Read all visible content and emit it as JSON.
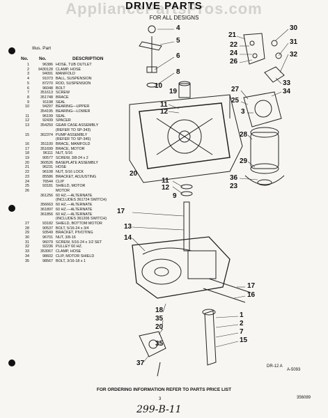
{
  "watermark": "AppliancePartsPros.com",
  "title": "DRIVE PARTS",
  "subtitle": "FOR ALL DESIGNS",
  "illus_label": "Illus. Part",
  "columns": {
    "no": "No.",
    "part_no": "No.",
    "description": "DESCRIPTION"
  },
  "parts": [
    {
      "no": "1",
      "part_no": "96386",
      "desc": "HOSE, TUB OUTLET"
    },
    {
      "no": "2",
      "part_no": "9430128",
      "desc": "CLAMP, HOSE"
    },
    {
      "no": "3",
      "part_no": "94091",
      "desc": "MANIFOLD"
    },
    {
      "no": "4",
      "part_no": "91073",
      "desc": "BALL, SUSPENSION"
    },
    {
      "no": "5",
      "part_no": "87270",
      "desc": "ROD, SUSPENSION"
    },
    {
      "no": "6",
      "part_no": "96048",
      "desc": "BOLT"
    },
    {
      "no": "7",
      "part_no": "351613",
      "desc": "SCREW"
    },
    {
      "no": "8",
      "part_no": "351748",
      "desc": "BRACE"
    },
    {
      "no": "9",
      "part_no": "91198",
      "desc": "SEAL"
    },
    {
      "no": "10",
      "part_no": "94297",
      "desc": "BEARING—UPPER"
    },
    {
      "no": "",
      "part_no": "354195",
      "desc": "BEARING—LOWER"
    },
    {
      "no": "11",
      "part_no": "96199",
      "desc": "SEAL"
    },
    {
      "no": "12",
      "part_no": "92439",
      "desc": "SPACER"
    },
    {
      "no": "13",
      "part_no": "354250",
      "desc": "GEAR CASE ASSEMBLY"
    },
    {
      "no": "",
      "part_no": "",
      "desc": "(REFER TO SP-343)"
    },
    {
      "no": "15",
      "part_no": "362374",
      "desc": "PUMP ASSEMBLY"
    },
    {
      "no": "",
      "part_no": "",
      "desc": "(REFER TO SP-345)"
    },
    {
      "no": "16",
      "part_no": "351100",
      "desc": "BRACE, MANIFOLD"
    },
    {
      "no": "17",
      "part_no": "351699",
      "desc": "BRACE, MOTOR"
    },
    {
      "no": "18",
      "part_no": "96111",
      "desc": "NUT, 5/16"
    },
    {
      "no": "19",
      "part_no": "90577",
      "desc": "SCREW, 3/8-24 x 2"
    },
    {
      "no": "20",
      "part_no": "360526",
      "desc": "BASEPLATE ASSEMBLY"
    },
    {
      "no": "21",
      "part_no": "96231",
      "desc": "HOSE"
    },
    {
      "no": "22",
      "part_no": "96108",
      "desc": "NUT, 5/16 LOCK"
    },
    {
      "no": "23",
      "part_no": "85586",
      "desc": "BRACKET, ADJUSTING"
    },
    {
      "no": "24",
      "part_no": "76544",
      "desc": "CLIP"
    },
    {
      "no": "25",
      "part_no": "93181",
      "desc": "SHIELD, MOTOR"
    },
    {
      "no": "26",
      "part_no": "",
      "desc": "MOTOR"
    },
    {
      "no": "",
      "part_no": "361256",
      "desc": "60 HZ.—ALTERNATE"
    },
    {
      "no": "",
      "part_no": "",
      "desc": "(INCLUDES 361724 SWITCH)"
    },
    {
      "no": "",
      "part_no": "356663",
      "desc": "60 HZ.—ALTERNATE"
    },
    {
      "no": "",
      "part_no": "361897",
      "desc": "60 HZ.—ALTERNATE"
    },
    {
      "no": "",
      "part_no": "361856",
      "desc": "60 HZ.—ALTERNATE"
    },
    {
      "no": "",
      "part_no": "",
      "desc": "(INCLUDES 361206 SWITCH)"
    },
    {
      "no": "27",
      "part_no": "93182",
      "desc": "SHIELD, BOTTOM MOTOR"
    },
    {
      "no": "28",
      "part_no": "90537",
      "desc": "BOLT, 5/16-24 x 3/4"
    },
    {
      "no": "29",
      "part_no": "93549",
      "desc": "BRACKET, PIVOTING"
    },
    {
      "no": "30",
      "part_no": "96701",
      "desc": "NUT, 3/8-16"
    },
    {
      "no": "31",
      "part_no": "96079",
      "desc": "SCREW, 5/16-24 x 1/2 SET"
    },
    {
      "no": "32",
      "part_no": "92236",
      "desc": "PULLEY 60 HZ."
    },
    {
      "no": "33",
      "part_no": "353067",
      "desc": "CLAMP, HOSE"
    },
    {
      "no": "34",
      "part_no": "98602",
      "desc": "CLIP, MOTOR SHIELD"
    },
    {
      "no": "35",
      "part_no": "98567",
      "desc": "BOLT, 3/16-18 x 1"
    }
  ],
  "callouts": [
    "1",
    "2",
    "3",
    "4",
    "5",
    "6",
    "7",
    "8",
    "9",
    "10",
    "11",
    "12",
    "13",
    "14",
    "15",
    "16",
    "17",
    "18",
    "19",
    "20",
    "21",
    "22",
    "23",
    "24",
    "25",
    "26",
    "27",
    "28",
    "29",
    "30",
    "31",
    "32",
    "33",
    "34",
    "35",
    "36",
    "37"
  ],
  "drawing_code": "DR-12 A",
  "ref_code": "A-5093",
  "footer": "FOR ORDERING INFORMATION REFER TO PARTS PRICE LIST",
  "page_number": "3",
  "doc_code": "356089",
  "handwritten": "299-B-11"
}
